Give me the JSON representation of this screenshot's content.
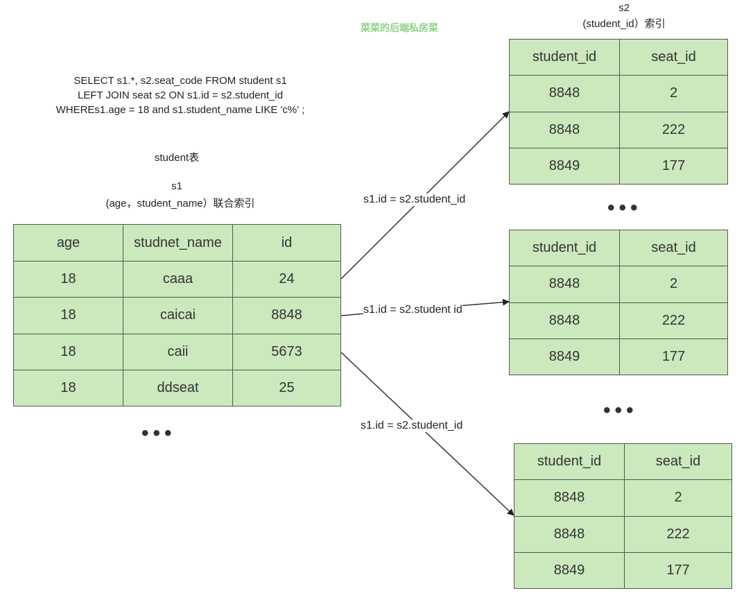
{
  "watermark": "菜菜的后端私房菜",
  "sql": {
    "line1": "SELECT s1.*, s2.seat_code FROM student s1",
    "line2": "LEFT JOIN seat s2 ON s1.id = s2.student_id",
    "line3": "WHEREs1.age = 18 and s1.student_name LIKE 'c%' ;"
  },
  "s1": {
    "table_title": "student表",
    "alias": "s1",
    "index_label": "(age，student_name）联合索引",
    "columns": [
      "age",
      "studnet_name",
      "id"
    ],
    "rows": [
      [
        "18",
        "caaa",
        "24"
      ],
      [
        "18",
        "caicai",
        "8848"
      ],
      [
        "18",
        "caii",
        "5673"
      ],
      [
        "18",
        "ddseat",
        "25"
      ]
    ],
    "ellipsis": "•••"
  },
  "s2": {
    "alias": "s2",
    "index_label": "(student_id）索引",
    "columns": [
      "student_id",
      "seat_id"
    ],
    "tables": [
      {
        "rows": [
          [
            "8848",
            "2"
          ],
          [
            "8848",
            "222"
          ],
          [
            "8849",
            "177"
          ]
        ]
      },
      {
        "rows": [
          [
            "8848",
            "2"
          ],
          [
            "8848",
            "222"
          ],
          [
            "8849",
            "177"
          ]
        ]
      },
      {
        "rows": [
          [
            "8848",
            "2"
          ],
          [
            "8848",
            "222"
          ],
          [
            "8849",
            "177"
          ]
        ]
      }
    ],
    "ellipsis_1": "•••",
    "ellipsis_2": "•••"
  },
  "edges": {
    "label_1": "s1.id = s2.student_id",
    "label_2": "s1.id = s2.student id",
    "label_3": "s1.id = s2.student_id"
  },
  "colors": {
    "cell_fill": "#cce8bd",
    "border": "#555555",
    "watermark": "#8fd18a"
  }
}
